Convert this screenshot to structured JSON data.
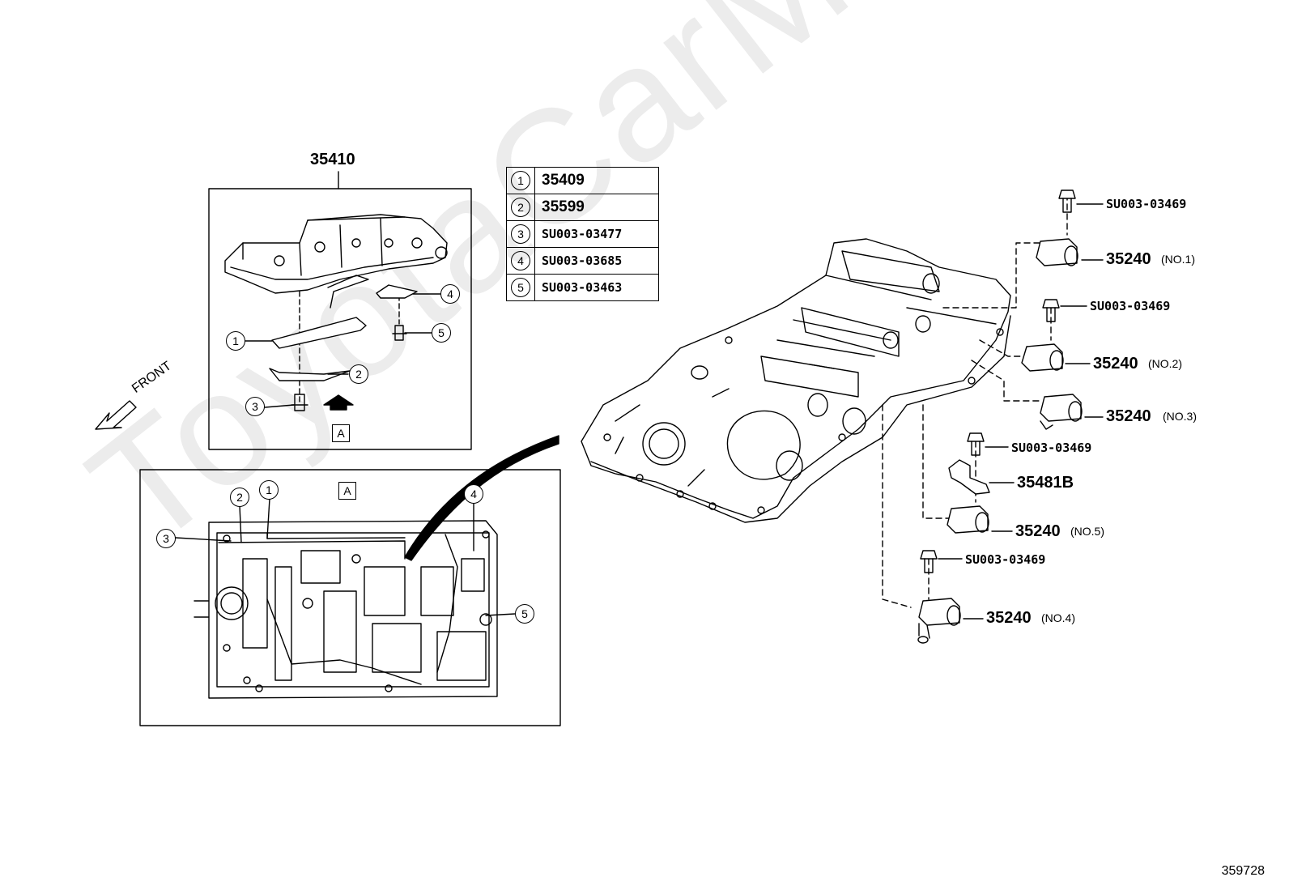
{
  "watermark": "ToyotaCarMine.ru",
  "assembly_label": "35410",
  "front_label": "FRONT",
  "view_label": "A",
  "reference": "359728",
  "legend": [
    {
      "num": "1",
      "part": "35409"
    },
    {
      "num": "2",
      "part": "35599"
    },
    {
      "num": "3",
      "part": "SU003-03477"
    },
    {
      "num": "4",
      "part": "SU003-03685"
    },
    {
      "num": "5",
      "part": "SU003-03463"
    }
  ],
  "callouts": {
    "c1": "1",
    "c2": "2",
    "c3": "3",
    "c4": "4",
    "c5": "5"
  },
  "parts": {
    "bolt_1": "SU003-03469",
    "sol_1": "35240",
    "sol_1_note": "(NO.1)",
    "bolt_2": "SU003-03469",
    "sol_2": "35240",
    "sol_2_note": "(NO.2)",
    "sol_3": "35240",
    "sol_3_note": "(NO.3)",
    "bolt_3": "SU003-03469",
    "bracket": "35481B",
    "sol_5": "35240",
    "sol_5_note": "(NO.5)",
    "bolt_4": "SU003-03469",
    "sol_4": "35240",
    "sol_4_note": "(NO.4)"
  }
}
